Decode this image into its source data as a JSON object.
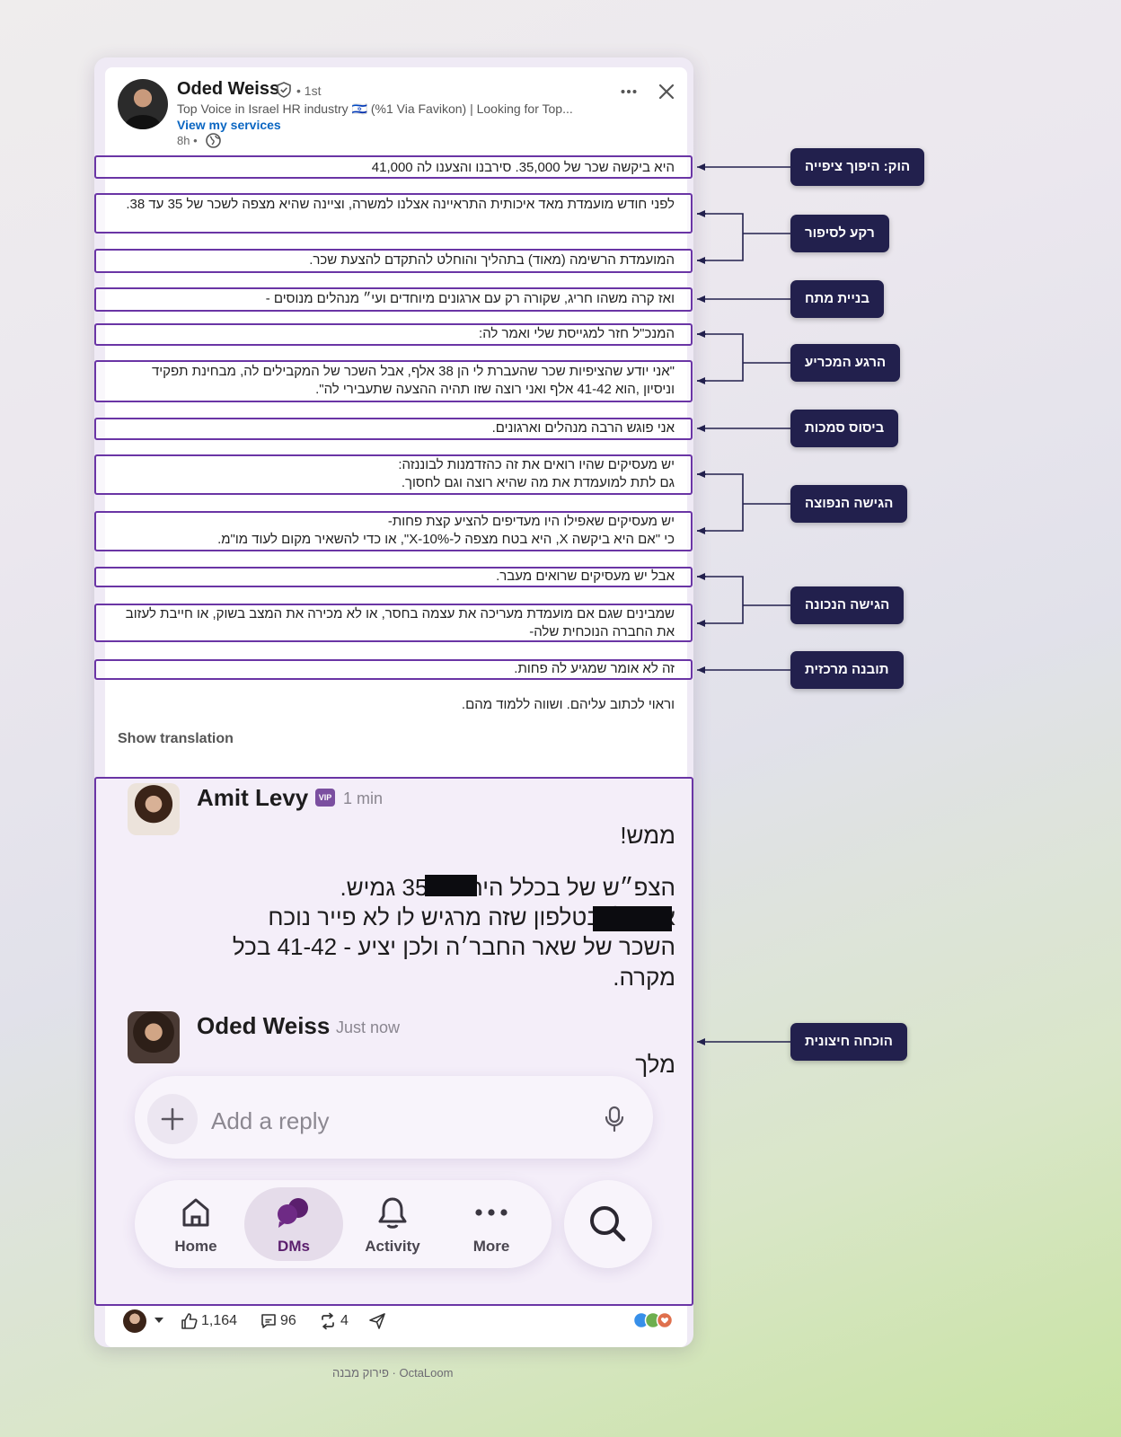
{
  "post": {
    "author_name": "Oded Weiss",
    "degree": "• 1st",
    "headline": "Top Voice in Israel HR industry 🇮🇱 (%1 Via Favikon) | Looking for Top...",
    "services_link": "View my services",
    "time_ago": "8h •",
    "lines": [
      "היא ביקשה שכר של 35,000. סירבנו והצענו לה 41,000",
      "לפני חודש מועמדת מאד איכותית התראיינה אצלנו למשרה, וציינה שהיא מצפה לשכר של 35 עד 38.",
      "המועמדת הרשימה (מאוד) בתהליך והוחלט להתקדם להצעת שכר.",
      "ואז קרה משהו חריג, שקורה רק עם ארגונים מיוחדים ועי״ מנהלים מנוסים -",
      "המנכ\"ל חזר למגייסת שלי ואמר לה:",
      "\"אני יודע שהציפיות שכר שהעברת לי הן 38 אלף, אבל השכר של המקבילים לה, מבחינת תפקיד וניסיון ,הוא 41-42 אלף ואני רוצה שזו תהיה ההצעה שתעבירי לה\".",
      "אני פוגש הרבה מנהלים וארגונים.",
      "יש מעסיקים שהיו רואים את זה כהזדמנות לבוננזה:\nגם לתת למועמדת את מה שהיא רוצה וגם לחסוך.",
      "יש מעסיקים שאפילו היו מעדיפים להציע קצת פחות-\nכי \"אם היא ביקשה X, היא בטח מצפה ל-X-10%\", או כדי להשאיר מקום לעוד מו\"מ.",
      "אבל יש מעסיקים שרואים מעבר.",
      "שמבינים שגם אם מועמדת מעריכה את עצמה בחסר, או לא מכירה את המצב בשוק, או חייבת לעזוב את החברה הנוכחית שלה-",
      "זה לא אומר שמגיע לה פחות."
    ],
    "closing_line": "וראוי לכתוב עליהם. ושווה ללמוד מהם.",
    "show_translation": "Show translation"
  },
  "annotations": [
    "הוק: היפוך ציפייה",
    "רקע לסיפור",
    "בניית מתח",
    "הרגע המכריע",
    "ביסוס סמכות",
    "הגישה הנפוצה",
    "הגישה הנכונה",
    "תובנה מרכזית",
    "הוכחה חיצונית"
  ],
  "slack": {
    "msg1": {
      "name": "Amit Levy",
      "badge": "VIP",
      "time": "1 min",
      "line1": "ממש!",
      "body_lines": [
        "הצפ״ש של            בכלל היה 35-38 גמיש.",
        "אמר לי בטלפון שזה מרגיש לו לא פייר נוכח",
        "השכר של שאר החבר׳ה ולכן יציע  - 41-42 בכל",
        "מקרה."
      ]
    },
    "msg2": {
      "name": "Oded Weiss",
      "time": "Just now",
      "text": "מלך"
    },
    "reply_placeholder": "Add a reply",
    "nav": [
      {
        "label": "Home",
        "icon": "home-icon"
      },
      {
        "label": "DMs",
        "icon": "dms-icon",
        "active": true
      },
      {
        "label": "Activity",
        "icon": "bell-icon"
      },
      {
        "label": "More",
        "icon": "more-dots-icon"
      }
    ]
  },
  "footer": {
    "likes": "1,164",
    "comments": "96",
    "reposts": "4"
  },
  "brand": "OctaLoom · פירוק מבנה"
}
